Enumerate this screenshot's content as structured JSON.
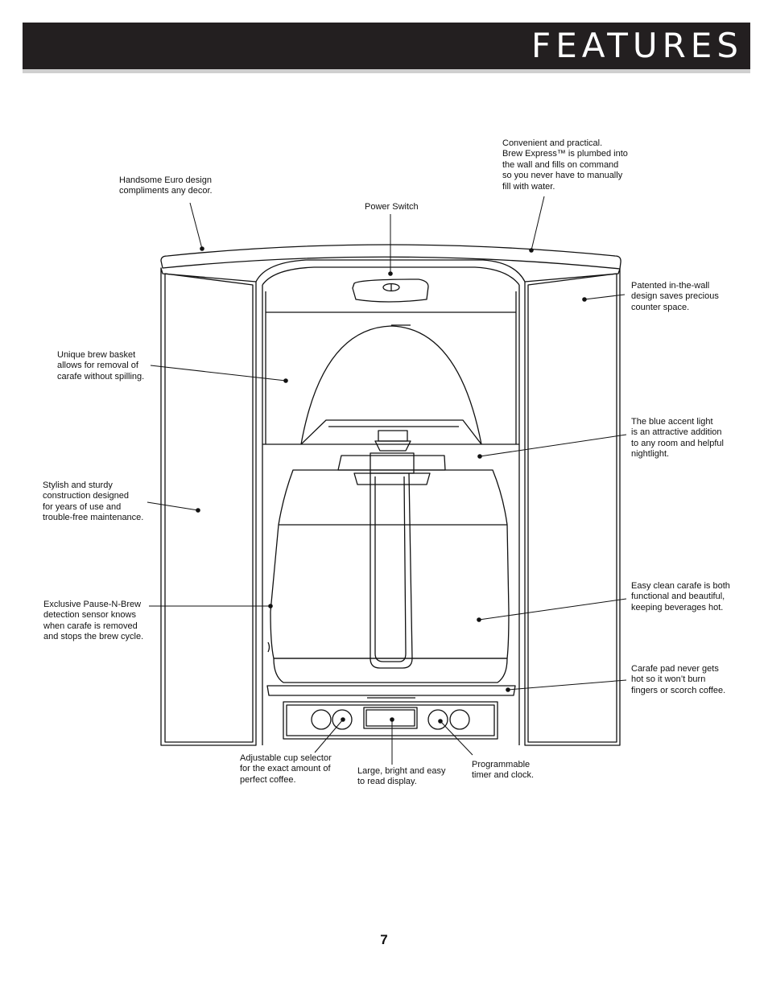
{
  "header": {
    "title": "FEATURES"
  },
  "callouts": [
    {
      "id": "euro-design",
      "text": "Handsome Euro design\ncompliments any decor."
    },
    {
      "id": "power-switch",
      "text": "Power Switch"
    },
    {
      "id": "plumbed",
      "text": "Convenient and practical.\nBrew Express™ is plumbed into\nthe wall and fills on command\nso you never have to manually\nfill with water."
    },
    {
      "id": "in-wall",
      "text": "Patented in-the-wall\ndesign saves precious\ncounter space."
    },
    {
      "id": "brew-basket",
      "text": "Unique brew basket\nallows for removal of\ncarafe without spilling."
    },
    {
      "id": "accent-light",
      "text": "The blue accent light\nis an attractive addition\nto any room and helpful\nnightlight."
    },
    {
      "id": "sturdy",
      "text": "Stylish and sturdy\nconstruction designed\nfor years of use and\ntrouble-free maintenance."
    },
    {
      "id": "carafe",
      "text": "Easy clean carafe is both\nfunctional and beautiful,\nkeeping beverages hot."
    },
    {
      "id": "pause-n-brew",
      "text": "Exclusive Pause-N-Brew\ndetection sensor knows\nwhen carafe is removed\nand stops the brew cycle."
    },
    {
      "id": "carafe-pad",
      "text": "Carafe pad never gets\nhot so it won’t burn\nfingers or scorch coffee."
    },
    {
      "id": "cup-selector",
      "text": "Adjustable cup selector\nfor the exact amount of\nperfect coffee."
    },
    {
      "id": "display",
      "text": "Large, bright and easy\nto read display."
    },
    {
      "id": "timer",
      "text": "Programmable\ntimer and clock."
    }
  ],
  "page_number": "7"
}
